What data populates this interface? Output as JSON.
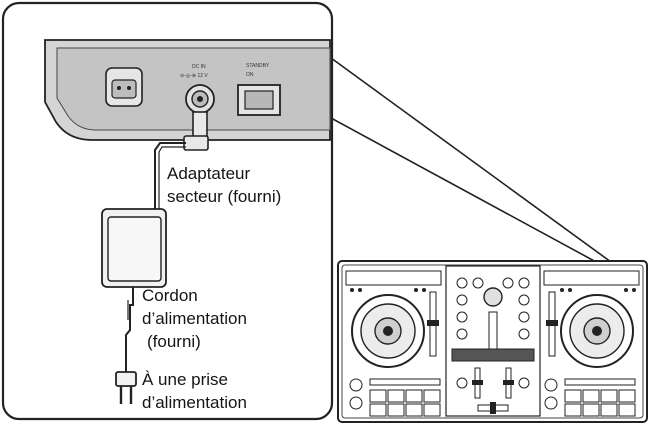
{
  "device_labels": {
    "dc_in": "DC IN",
    "dc_volt": "⊖-◎-⊕ 12 V",
    "standby": "STANDBY",
    "on": "ON"
  },
  "callouts": {
    "adapter_line1": "Adaptateur",
    "adapter_line2": "secteur (fourni)",
    "cord_line1": "Cordon",
    "cord_line2": "d’alimentation",
    "cord_line3": "(fourni)",
    "outlet_line1": "À une prise",
    "outlet_line2": "d’alimentation"
  },
  "colors": {
    "line": "#222222",
    "device_body": "#d4d4d4",
    "device_shade": "#c2c2c2",
    "adapter_fill": "#f2f2f2"
  }
}
